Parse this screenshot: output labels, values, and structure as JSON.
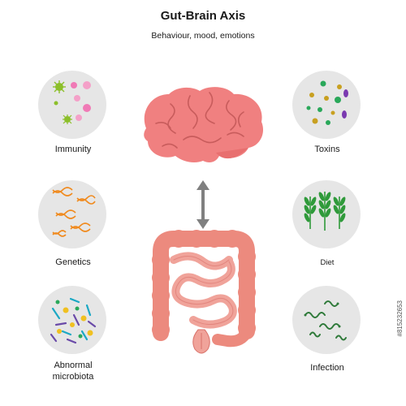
{
  "header": {
    "title": "Gut-Brain Axis",
    "subtitle": "Behaviour, mood, emotions"
  },
  "factors": {
    "immunity": "Immunity",
    "genetics": "Genetics",
    "abnormal_microbiota_line1": "Abnormal",
    "abnormal_microbiota_line2": "microbiota",
    "toxins": "Toxins",
    "diet": "Diet",
    "infection": "Infection"
  },
  "stock_id": "#815232653",
  "colors": {
    "circle_bg": "#e6e6e6",
    "brain": "#f08080",
    "gut": "#ec8a7e",
    "arrow": "#808080",
    "diet_green": "#2f9a3a",
    "dna_orange": "#f08a1e"
  },
  "icons": {
    "brain": "brain-icon",
    "gut": "intestine-icon",
    "arrow": "double-arrow-icon"
  }
}
